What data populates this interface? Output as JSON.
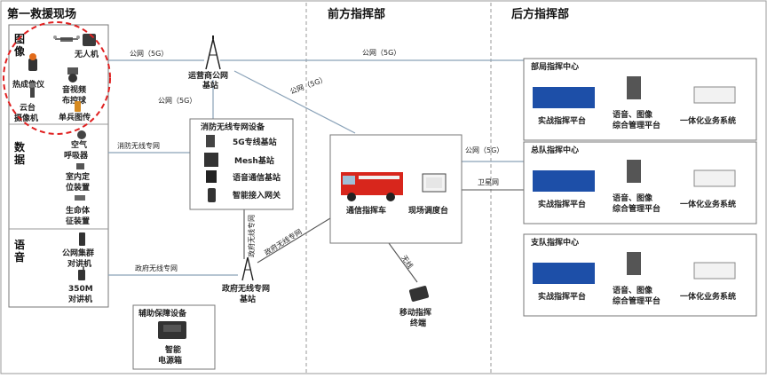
{
  "sections": {
    "site": "第一救援现场",
    "front": "前方指挥部",
    "rear": "后方指挥部"
  },
  "categories": {
    "image": "图像",
    "data": "数据",
    "voice": "语音"
  },
  "devices": {
    "thermal": "热成像仪",
    "drone": "无人机",
    "av_ball": [
      "音视频",
      "布控球"
    ],
    "gimbal_cam": [
      "云台",
      "摄像机"
    ],
    "single_soldier": "单兵图传",
    "air_respirator": [
      "空气",
      "呼吸器"
    ],
    "indoor_pos": [
      "室内定",
      "位装置"
    ],
    "vital_signs": [
      "生命体",
      "征装置"
    ],
    "ptt": [
      "公网集群",
      "对讲机"
    ],
    "radio350": [
      "350M",
      "对讲机"
    ]
  },
  "network": {
    "operator_base": [
      "运营商公网",
      "基站"
    ],
    "fire_net_title": "消防无线专网设备",
    "fire_net_items": [
      "5G专线基站",
      "Mesh基站",
      "语音通信基站",
      "智能接入网关"
    ],
    "gov_base": [
      "政府无线专网",
      "基站"
    ],
    "support_title": "辅助保障设备",
    "power_box": [
      "智能",
      "电源箱"
    ],
    "comm_vehicle": "通信指挥车",
    "dispatch_desk": "现场调度台",
    "mobile_terminal": [
      "移动指挥",
      "终端"
    ]
  },
  "links": {
    "public_5g": "公网（5G）",
    "fire_wireless": "消防无线专网",
    "gov_wireless": "政府无线专网",
    "gov_wireless_2": "政府无线专网",
    "gov_wireless_3": "政府无线专网",
    "wireless": "无线",
    "satellite": "卫星网"
  },
  "centers": [
    {
      "title": "部局指挥中心",
      "platform": "实战指挥平台",
      "mgmt": [
        "语音、图像",
        "综合管理平台"
      ],
      "biz": "一体化业务系统"
    },
    {
      "title": "总队指挥中心",
      "platform": "实战指挥平台",
      "mgmt": [
        "语音、图像",
        "综合管理平台"
      ],
      "biz": "一体化业务系统"
    },
    {
      "title": "支队指挥中心",
      "platform": "实战指挥平台",
      "mgmt": [
        "语音、图像",
        "综合管理平台"
      ],
      "biz": "一体化业务系统"
    }
  ],
  "colors": {
    "highlight_circle": "#e02020",
    "screen_blue": "#1d4fa8",
    "truck_red": "#d8261c",
    "link_line": "#8aa2b8"
  }
}
